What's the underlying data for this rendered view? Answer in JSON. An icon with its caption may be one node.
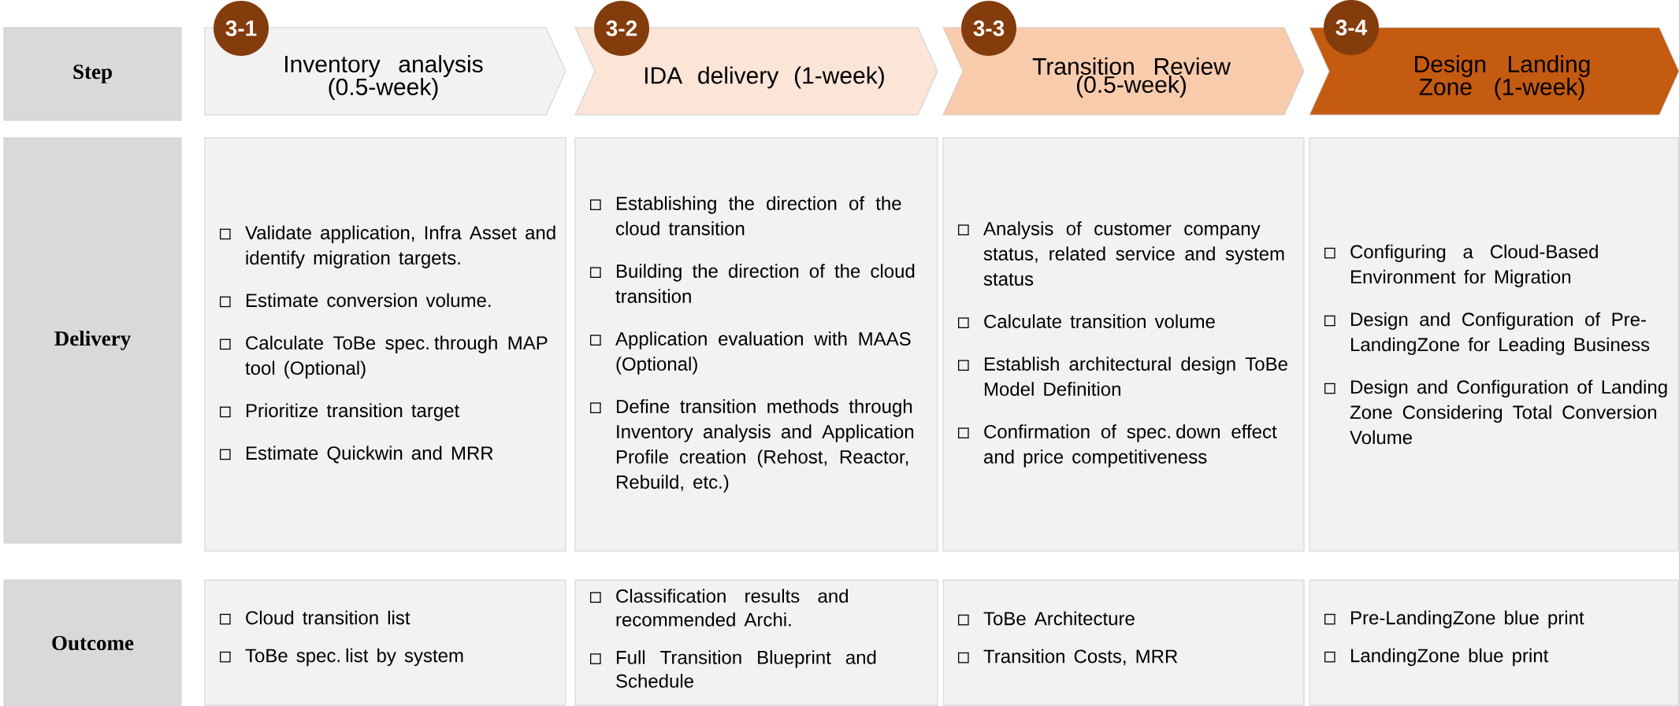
{
  "diagram": {
    "nodes": [
      {
        "text": [
          "Step"
        ]
      },
      {
        "text": [
          "3-1"
        ]
      },
      {
        "text": [
          "Inventory analysis (0.5-week)"
        ]
      },
      {
        "text": [
          "3-2"
        ]
      },
      {
        "text": [
          "IDA delivery (1-week)"
        ]
      },
      {
        "text": [
          "3-3"
        ]
      },
      {
        "text": [
          "Transition Review (0.5-week)"
        ]
      },
      {
        "text": [
          "3-4"
        ]
      },
      {
        "text": [
          "Design Landing Zone (1-week)"
        ]
      },
      {
        "text": [
          "Delivery"
        ]
      },
      {
        "text": [
          "Validate application, Infra Asset and identify migration targets.",
          "Estimate conversion volume.",
          "Calculate ToBe spec. through MAP tool (Optional)",
          "Prioritize transition target",
          "Estimate Quickwin and MRR"
        ]
      },
      {
        "text": [
          "Establishing the direction of the cloud transition",
          "Building the direction of the cloud transition",
          "Application evaluation with MAAS (Optional)",
          "Define transition methods through Inventory analysis and Application Profile creation (Rehost, Reactor, Rebuild, etc.)"
        ]
      },
      {
        "text": [
          "Analysis of customer company status, related service and system status",
          "Calculate transition volume",
          "Establish architectural design ToBe Model Definition",
          "Confirmation of spec. down effect and price competitiveness"
        ]
      },
      {
        "text": [
          "Configuring a Cloud-Based Environment for Migration",
          "Design and Configuration of Pre-LandingZone for Leading Business",
          "Design and Configuration of Landing Zone Considering Total Conversion Volume"
        ]
      },
      {
        "text": [
          "Outcome"
        ]
      },
      {
        "text": [
          "Cloud transition list",
          "ToBe spec. list by system"
        ]
      },
      {
        "text": [
          "Classification results and recommended Archi.",
          "Full Transition Blueprint and Schedule"
        ]
      },
      {
        "text": [
          "ToBe Architecture",
          "Transition Costs, MRR"
        ]
      },
      {
        "text": [
          "Pre-LandingZone blue print",
          "LandingZone blue print"
        ]
      }
    ]
  }
}
